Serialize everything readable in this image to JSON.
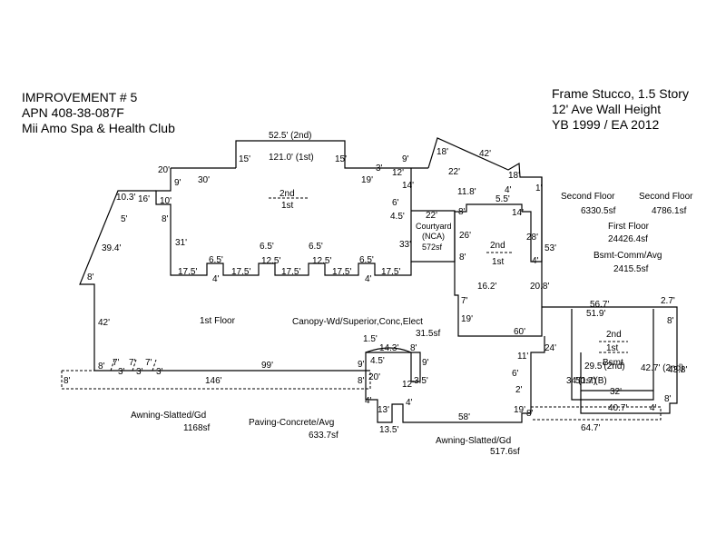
{
  "header_left": [
    "IMPROVEMENT # 5",
    "APN 408-38-087F",
    "Mii Amo Spa & Health Club"
  ],
  "header_right": [
    "Frame Stucco, 1.5 Story",
    "12' Ave Wall Height",
    "YB 1999 / EA 2012"
  ],
  "area_labels": {
    "second_floor_a": "Second Floor",
    "second_floor_a_area": "6330.5sf",
    "second_floor_b": "Second Floor",
    "second_floor_b_area": "4786.1sf",
    "first_floor": "First Floor",
    "first_floor_area": "24426.4sf",
    "bsmt": "Bsmt-Comm/Avg",
    "bsmt_area": "2415.5sf",
    "canopy": "Canopy-Wd/Superior,Conc,Elect",
    "canopy_area": "31.5sf",
    "awning_left": "Awning-Slatted/Gd",
    "awning_left_area": "1168sf",
    "paving": "Paving-Concrete/Avg",
    "paving_area": "633.7sf",
    "awning_right": "Awning-Slatted/Gd",
    "awning_right_area": "517.6sf",
    "first_floor_plan": "1st Floor",
    "courtyard": "Courtyard",
    "courtyard_nca": "(NCA)",
    "courtyard_area": "572sf"
  },
  "level_labels": {
    "l2": "2nd",
    "l1": "1st",
    "r2": "2nd",
    "r1": "1st",
    "bs2": "2nd",
    "bs1": "1st",
    "bsmt": "Bsmt"
  },
  "dimensions": [
    "52.5' (2nd)",
    "121.0'  (1st)",
    "15'",
    "15'",
    "30'",
    "20'",
    "9'",
    "10.3'",
    "16'",
    "10'",
    "8'",
    "31'",
    "5'",
    "39.4'",
    "8'",
    "42'",
    "19'",
    "3'",
    "9'",
    "12'",
    "14'",
    "6'",
    "4.5'",
    "33'",
    "18'",
    "42'",
    "22'",
    "18'",
    "4'",
    "1'",
    "11.8'",
    "8'",
    "5.5'",
    "14'",
    "28'",
    "53'",
    "22'",
    "26'",
    "8'",
    "16.2'",
    "4'",
    "20.8'",
    "7'",
    "19'",
    "60'",
    "17.5'",
    "6.5'",
    "17.5'",
    "6.5'",
    "17.5'",
    "6.5'",
    "17.5'",
    "6.5'",
    "17.5'",
    "4'",
    "12.5'",
    "12.5'",
    "4'",
    "56.7'",
    "51.9'",
    "2.7'",
    "8'",
    "24'",
    "11'",
    "6'",
    "2'",
    "19'",
    "8'",
    "34'(1st)",
    "50.7'(B)",
    "29.5'(2nd)",
    "42.7' (2nd)",
    "43.8'",
    "32'",
    "40.7'",
    "4'",
    "8'",
    "64.7'",
    "1.5'",
    "14.3'",
    "8'",
    "4.5'",
    "9'",
    "20'",
    "12'",
    "3.5'",
    "4'",
    "13'",
    "4'",
    "13.5'",
    "58'",
    "99'",
    "146'",
    "9'",
    "8'",
    "8'",
    "8'",
    "7'",
    "7'",
    "7'",
    "3'",
    "3'",
    "3'"
  ]
}
